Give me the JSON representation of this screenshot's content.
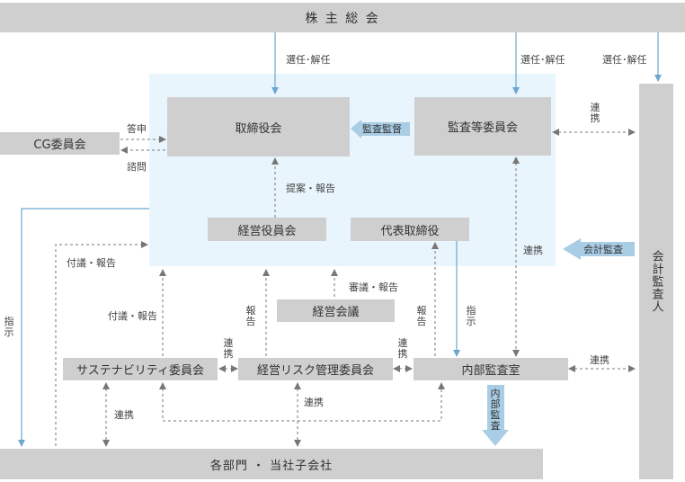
{
  "colors": {
    "box": "#cfcfcf",
    "region": "#e9f5fc",
    "blue": "#6ca6cf",
    "dash": "#777777"
  },
  "boxes": {
    "shareholders": "株 主 総 会",
    "board": "取締役会",
    "audit_committee": "監査等委員会",
    "cg_committee": "CG委員会",
    "executive_officers": "経営役員会",
    "ceo": "代表取締役",
    "management_meeting": "経営会議",
    "sustainability": "サステナビリティ委員会",
    "risk_committee": "経営リスク管理委員会",
    "internal_audit": "内部監査室",
    "departments": "各部門 ・ 当社子会社",
    "accounting_auditor": "会計監査人"
  },
  "labels": {
    "appoint1": "選任･解任",
    "appoint2": "選任･解任",
    "appoint3": "選任･解任",
    "toushin": "答申",
    "shimon": "諮問",
    "teian": "提案・報告",
    "renkei_top": "連携",
    "renkei_mid": "連携",
    "shingi": "審議・報告",
    "fugi_left": "付議・報告",
    "fugi_mid": "付議・報告",
    "houkoku1": "報告",
    "houkoku2": "報告",
    "renkei_a": "連携",
    "renkei_b": "連携",
    "shiji_right": "指示",
    "shiji_left": "指示",
    "renkei_ia": "連携",
    "renkei_dept1": "連携",
    "renkei_dept2": "連携",
    "audit_supervision": "監査監督",
    "accounting_audit": "会計監査",
    "internal_audit_flow": "内部監査"
  }
}
